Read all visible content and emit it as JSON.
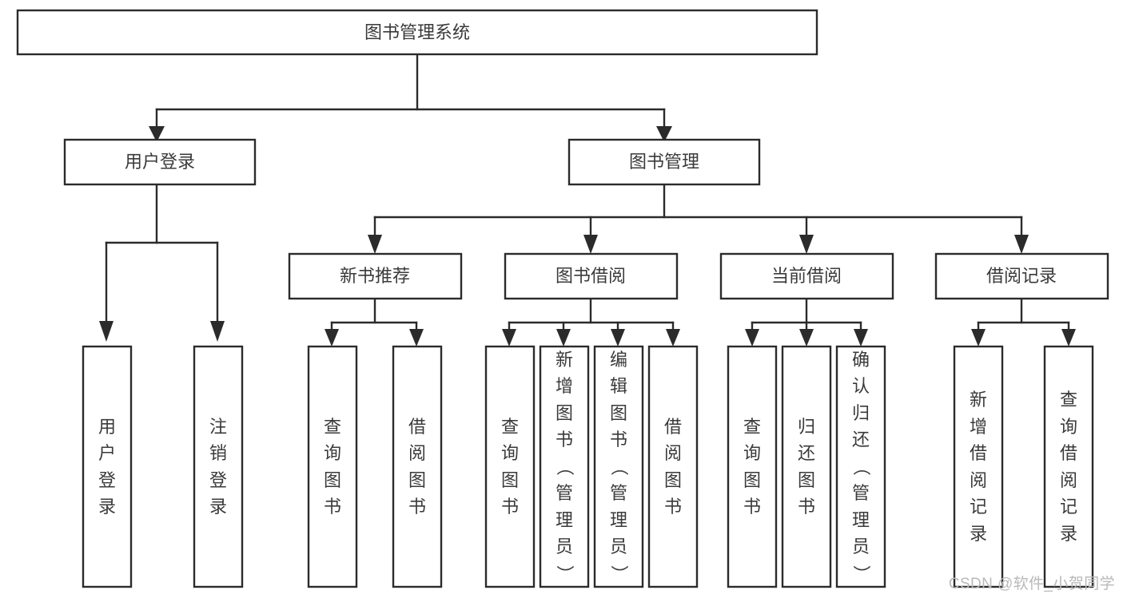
{
  "diagram": {
    "type": "tree",
    "title": "图书管理系统",
    "root": {
      "id": "root",
      "label": "图书管理系统",
      "orientation": "horizontal"
    },
    "level1": [
      {
        "id": "user-login",
        "label": "用户登录",
        "orientation": "horizontal"
      },
      {
        "id": "book-manage",
        "label": "图书管理",
        "orientation": "horizontal"
      }
    ],
    "level2": [
      {
        "id": "new-book-recommend",
        "label": "新书推荐",
        "orientation": "horizontal",
        "parent": "book-manage"
      },
      {
        "id": "book-borrow",
        "label": "图书借阅",
        "orientation": "horizontal",
        "parent": "book-manage"
      },
      {
        "id": "current-borrow",
        "label": "当前借阅",
        "orientation": "horizontal",
        "parent": "book-manage"
      },
      {
        "id": "borrow-record",
        "label": "借阅记录",
        "orientation": "horizontal",
        "parent": "book-manage"
      }
    ],
    "leaves": [
      {
        "id": "leaf-user-login",
        "label": "用户登录",
        "orientation": "vertical",
        "parent": "user-login"
      },
      {
        "id": "leaf-logout",
        "label": "注销登录",
        "orientation": "vertical",
        "parent": "user-login"
      },
      {
        "id": "leaf-query-book-1",
        "label": "查询图书",
        "orientation": "vertical",
        "parent": "new-book-recommend"
      },
      {
        "id": "leaf-borrow-book-1",
        "label": "借阅图书",
        "orientation": "vertical",
        "parent": "new-book-recommend"
      },
      {
        "id": "leaf-query-book-2",
        "label": "查询图书",
        "orientation": "vertical",
        "parent": "book-borrow"
      },
      {
        "id": "leaf-add-book",
        "label": "新增图书（管理员）",
        "orientation": "vertical",
        "parent": "book-borrow"
      },
      {
        "id": "leaf-edit-book",
        "label": "编辑图书（管理员）",
        "orientation": "vertical",
        "parent": "book-borrow"
      },
      {
        "id": "leaf-borrow-book-2",
        "label": "借阅图书",
        "orientation": "vertical",
        "parent": "book-borrow"
      },
      {
        "id": "leaf-query-book-3",
        "label": "查询图书",
        "orientation": "vertical",
        "parent": "current-borrow"
      },
      {
        "id": "leaf-return-book",
        "label": "归还图书",
        "orientation": "vertical",
        "parent": "current-borrow"
      },
      {
        "id": "leaf-confirm-return",
        "label": "确认归还（管理员）",
        "orientation": "vertical",
        "parent": "current-borrow"
      },
      {
        "id": "leaf-add-record",
        "label": "新增借阅记录",
        "orientation": "vertical",
        "parent": "borrow-record"
      },
      {
        "id": "leaf-query-record",
        "label": "查询借阅记录",
        "orientation": "vertical",
        "parent": "borrow-record"
      }
    ]
  },
  "watermark": {
    "text": "CSDN @软件_小贺同学"
  },
  "colors": {
    "box_stroke": "#2b2b2b",
    "box_fill": "#ffffff",
    "text": "#3a3a3a",
    "background": "#ffffff",
    "watermark": "#b9b9b9"
  }
}
